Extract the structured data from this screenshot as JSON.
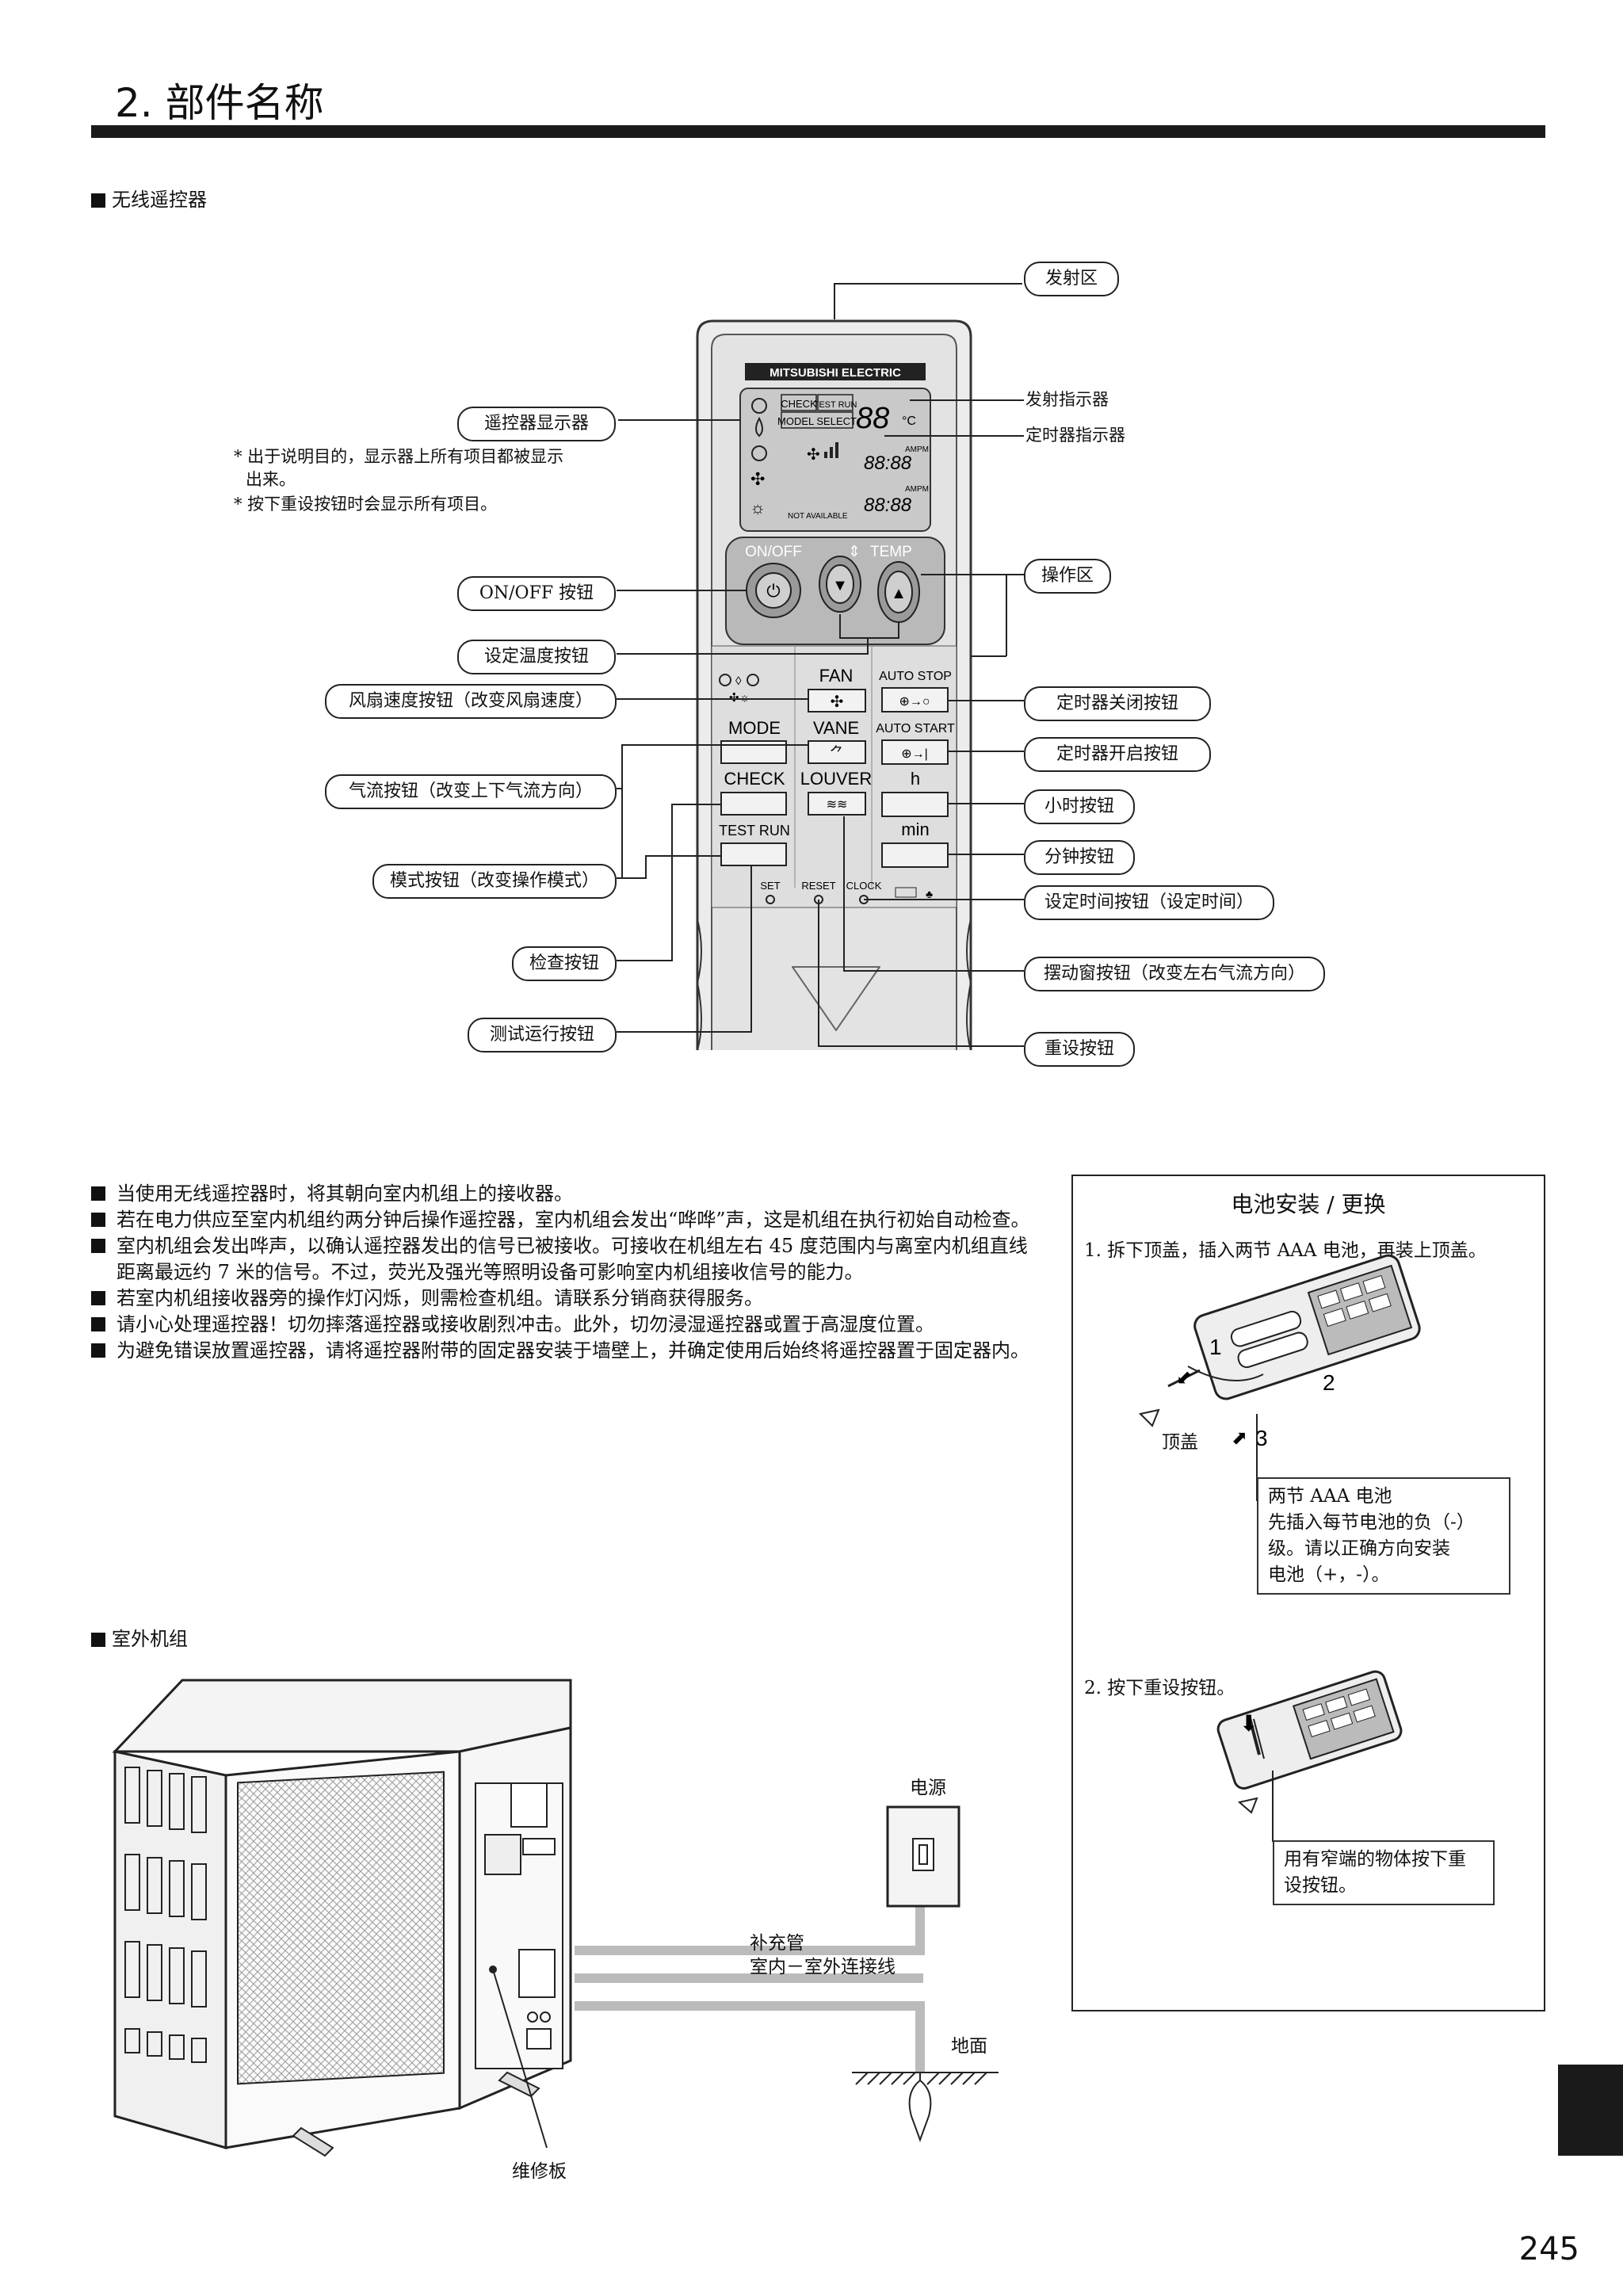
{
  "header": {
    "title": "2. 部件名称"
  },
  "remote_section": {
    "title": "无线遥控器"
  },
  "remote": {
    "brand": "MITSUBISHI ELECTRIC",
    "display": {
      "check": "CHECK",
      "test_run": "TEST RUN",
      "model_select": "MODEL SELECT",
      "not_available": "NOT AVAILABLE",
      "ampm": "AMPM",
      "digits": "88:88",
      "temp_digits": "88",
      "unit": "°C"
    },
    "btn_onoff": "ON/OFF",
    "btn_temp": "TEMP",
    "fan": "FAN",
    "mode": "MODE",
    "vane": "VANE",
    "check": "CHECK",
    "louver": "LOUVER",
    "test_run": "TEST RUN",
    "auto_stop": "AUTO STOP",
    "auto_start": "AUTO START",
    "h": "h",
    "min": "min",
    "set": "SET",
    "reset": "RESET",
    "clock": "CLOCK"
  },
  "callouts": {
    "emitter": "发射区",
    "display": "遥控器显示器",
    "transmit_indicator": "发射指示器",
    "timer_indicator": "定时器指示器",
    "onoff": "ON/OFF 按钮",
    "operation": "操作区",
    "temp": "设定温度按钮",
    "fan_speed": "风扇速度按钮（改变风扇速度）",
    "timer_off": "定时器关闭按钮",
    "timer_on": "定时器开启按钮",
    "airflow": "气流按钮（改变上下气流方向）",
    "hour": "小时按钮",
    "minute": "分钟按钮",
    "mode": "模式按钮（改变操作模式）",
    "set_time": "设定时间按钮（设定时间）",
    "check": "检查按钮",
    "louver": "摆动窗按钮（改变左右气流方向）",
    "test_run": "测试运行按钮",
    "reset": "重设按钮"
  },
  "display_notes": [
    "* 出于说明目的，显示器上所有项目都被显示",
    "出来。",
    "* 按下重设按钮时会显示所有项目。"
  ],
  "bullets": [
    "当使用无线遥控器时，将其朝向室内机组上的接收器。",
    "若在电力供应至室内机组约两分钟后操作遥控器，室内机组会发出“哗哗”声，这是机组在执行初始自动检查。",
    "室内机组会发出哗声，以确认遥控器发出的信号已被接收。可接收在机组左右 45 度范围内与离室内机组直线距离最远约 7 米的信号。不过，荧光及强光等照明设备可影响室内机组接收信号的能力。",
    "若室内机组接收器旁的操作灯闪烁，则需检查机组。请联系分销商获得服务。",
    "请小心处理遥控器！切勿摔落遥控器或接收剧烈冲击。此外，切勿浸湿遥控器或置于高湿度位置。",
    "为避免错误放置遥控器，请将遥控器附带的固定器安装于墙壁上，并确定使用后始终将遥控器置于固定器内。"
  ],
  "battery": {
    "title": "电池安装 / 更换",
    "step1": "1. 拆下顶盖，插入两节 AAA 电池，再装上顶盖。",
    "cover_label": "顶盖",
    "arrows": [
      "1",
      "2",
      "3"
    ],
    "note1": [
      "两节 AAA 电池",
      "先插入每节电池的负（-）",
      "级。请以正确方向安装",
      "电池（+，-）。"
    ],
    "step2": "2. 按下重设按钮。",
    "note2": [
      "用有窄端的物体按下重",
      "设按钮。"
    ]
  },
  "outdoor_section": {
    "title": "室外机组"
  },
  "outdoor": {
    "power": "电源",
    "pipe": "补充管",
    "wire": "室内－室外连接线",
    "ground": "地面",
    "service_panel": "维修板"
  },
  "page_number": "245"
}
